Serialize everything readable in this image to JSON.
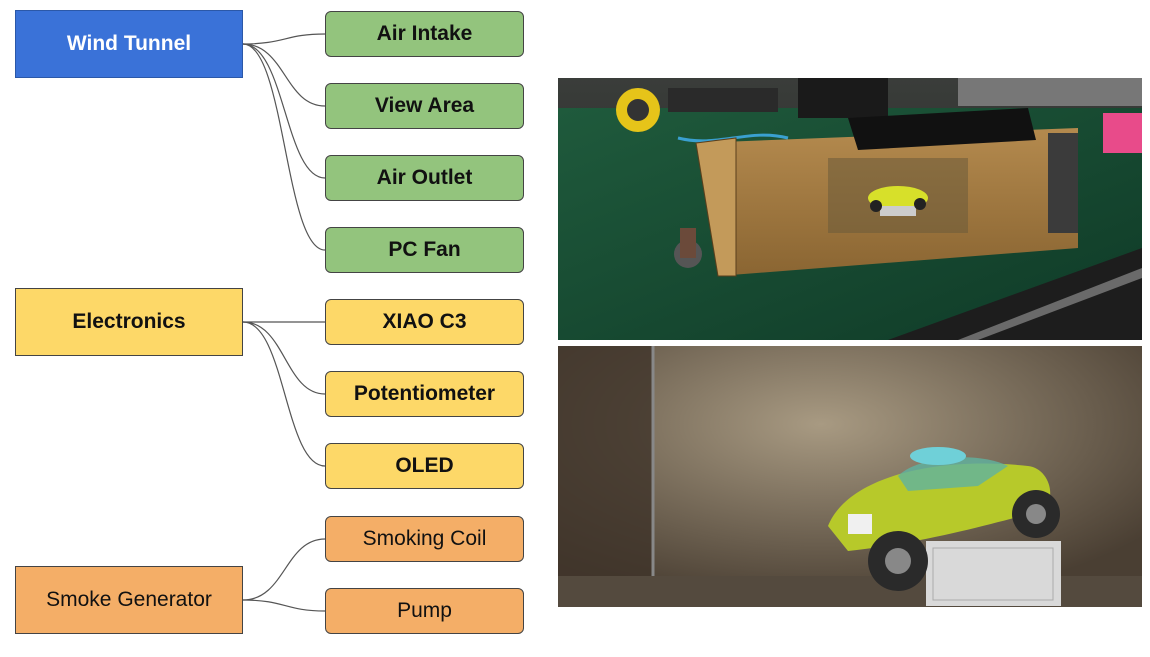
{
  "colors": {
    "wind_tunnel": "#3a72d8",
    "electronics": "#fdd868",
    "wind_tunnel_children": "#93c47d",
    "smoke": "#f4ae67"
  },
  "groups": {
    "wind_tunnel": {
      "label": "Wind Tunnel",
      "children": [
        "Air Intake",
        "View Area",
        "Air Outlet",
        "PC Fan"
      ]
    },
    "electronics": {
      "label": "Electronics",
      "children": [
        "XIAO C3",
        "Potentiometer",
        "OLED"
      ]
    },
    "smoke_generator": {
      "label": "Smoke Generator",
      "children": [
        "Smoking Coil",
        "Pump"
      ]
    }
  },
  "photos": {
    "top": "photo of wooden wind tunnel box with toy car on workbench",
    "bottom": "photo of toy car inside wind tunnel with smoke"
  }
}
